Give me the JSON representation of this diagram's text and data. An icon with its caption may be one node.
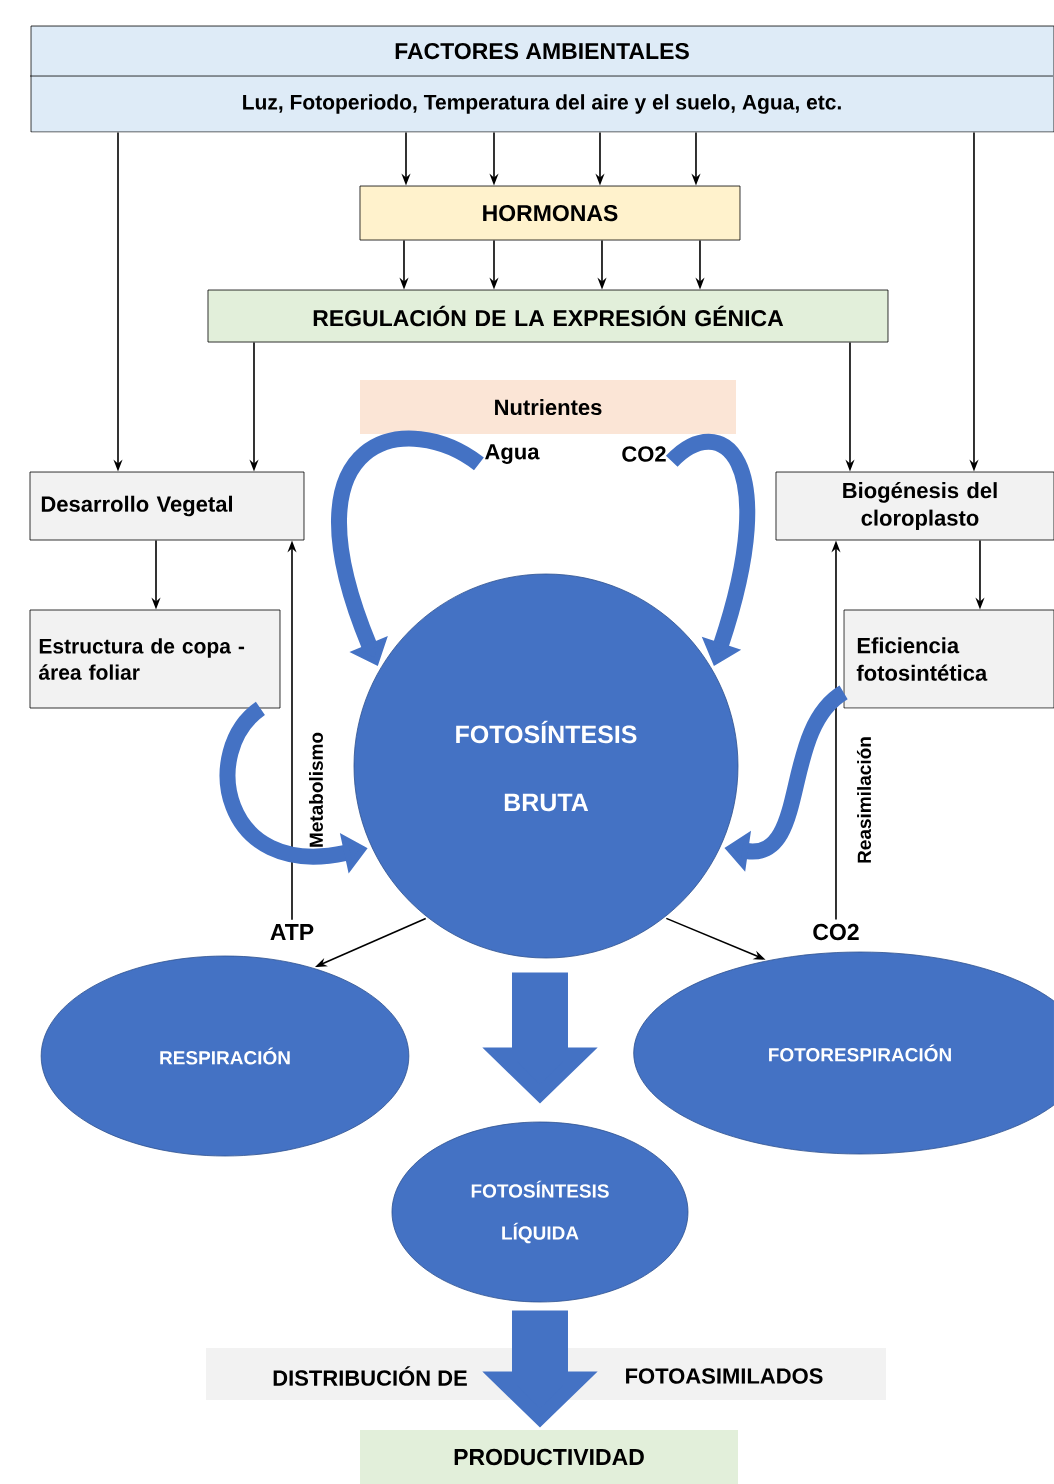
{
  "diagram": {
    "nodes": [
      {
        "text": [
          "FACTORES AMBIENTALES",
          "Luz, Fotoperiodo, Temperatura del aire y el suelo, Agua, etc."
        ]
      },
      {
        "text": [
          "HORMONAS"
        ]
      },
      {
        "text": [
          "REGULACIÓN DE LA EXPRESIÓN GÉNICA"
        ]
      },
      {
        "text": [
          "Nutrientes"
        ]
      },
      {
        "text": [
          "Agua"
        ]
      },
      {
        "text": [
          "CO2"
        ]
      },
      {
        "text": [
          "Desarrollo Vegetal"
        ]
      },
      {
        "text": [
          "Biogénesis del cloroplasto"
        ]
      },
      {
        "text": [
          "Estructura de copa - área foliar"
        ]
      },
      {
        "text": [
          "Eficiencia fotosintética"
        ]
      },
      {
        "text": [
          "FOTOSÍNTESIS BRUTA"
        ]
      },
      {
        "text": [
          "ATP"
        ]
      },
      {
        "text": [
          "CO2"
        ]
      },
      {
        "text": [
          "RESPIRACIÓN"
        ]
      },
      {
        "text": [
          "FOTORESPIRACIÓN"
        ]
      },
      {
        "text": [
          "FOTOSÍNTESIS LÍQUIDA"
        ]
      },
      {
        "text": [
          "PRODUCTIVIDAD"
        ]
      }
    ],
    "labels": [
      "DISTRIBUCIÓN DE",
      "FOTOASIMILADOS"
    ],
    "edges": [
      {
        "from": 0,
        "to": 1,
        "arrow": "to"
      },
      {
        "from": 0,
        "to": 1,
        "arrow": "to"
      },
      {
        "from": 0,
        "to": 1,
        "arrow": "to"
      },
      {
        "from": 0,
        "to": 1,
        "arrow": "to"
      },
      {
        "from": 1,
        "to": 2,
        "arrow": "to"
      },
      {
        "from": 1,
        "to": 2,
        "arrow": "to"
      },
      {
        "from": 1,
        "to": 2,
        "arrow": "to"
      },
      {
        "from": 1,
        "to": 2,
        "arrow": "to"
      },
      {
        "from": 0,
        "to": 6,
        "arrow": "to"
      },
      {
        "from": 2,
        "to": 6,
        "arrow": "to"
      },
      {
        "from": 2,
        "to": 7,
        "arrow": "to"
      },
      {
        "from": 0,
        "to": 7,
        "arrow": "to"
      },
      {
        "from": 6,
        "to": 8,
        "arrow": "to"
      },
      {
        "from": 7,
        "to": 9,
        "arrow": "to"
      },
      {
        "from": 11,
        "to": 6,
        "arrow": "to",
        "label": "Metabolismo"
      },
      {
        "from": 12,
        "to": 7,
        "arrow": "to",
        "label": "Reasimilación"
      },
      {
        "from": 4,
        "to": 10,
        "arrow": "to",
        "style": "thick",
        "color": "#4472c4"
      },
      {
        "from": 5,
        "to": 10,
        "arrow": "to",
        "style": "thick",
        "color": "#4472c4"
      },
      {
        "from": 8,
        "to": 10,
        "arrow": "to",
        "style": "thick",
        "color": "#4472c4"
      },
      {
        "from": 9,
        "to": 10,
        "arrow": "to",
        "style": "thick",
        "color": "#4472c4"
      },
      {
        "from": 10,
        "to": 13,
        "arrow": "to"
      },
      {
        "from": 10,
        "to": 14,
        "arrow": "to"
      },
      {
        "from": 10,
        "to": 15,
        "arrow": "to",
        "style": "thick",
        "color": "#4472c4"
      },
      {
        "from": 15,
        "to": 16,
        "arrow": "to",
        "style": "thick",
        "color": "#4472c4"
      }
    ]
  }
}
